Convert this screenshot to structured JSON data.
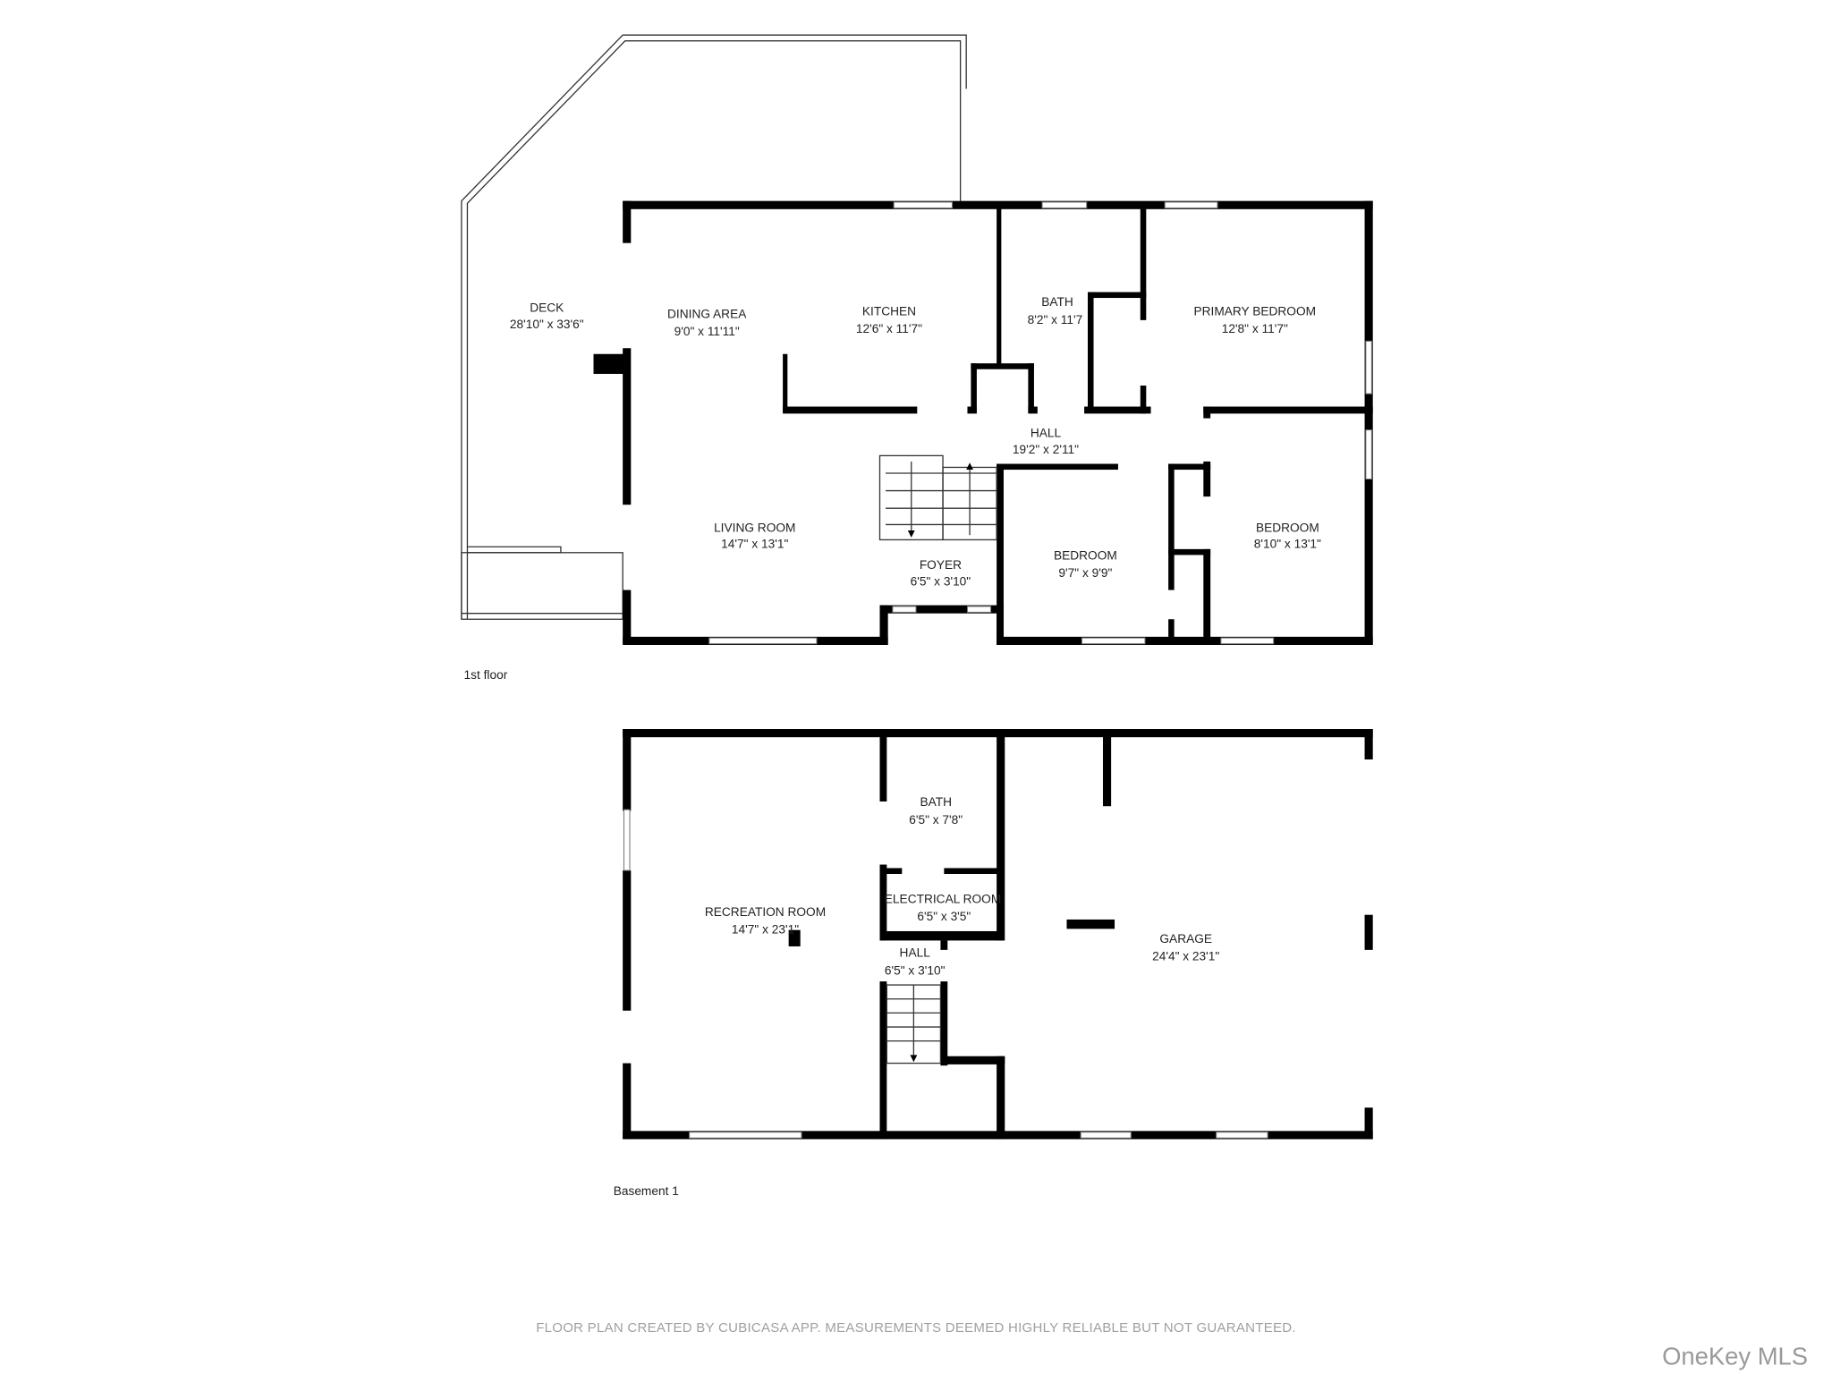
{
  "first_floor": {
    "label": "1st floor",
    "rooms": {
      "deck": {
        "name": "DECK",
        "size": "28'10\" x 33'6\""
      },
      "dining": {
        "name": "DINING AREA",
        "size": "9'0\" x 11'11\""
      },
      "kitchen": {
        "name": "KITCHEN",
        "size": "12'6\" x 11'7\""
      },
      "bath": {
        "name": "BATH",
        "size": "8'2\" x 11'7"
      },
      "primary": {
        "name": "PRIMARY BEDROOM",
        "size": "12'8\" x 11'7\""
      },
      "hall": {
        "name": "HALL",
        "size": "19'2\" x 2'11\""
      },
      "living": {
        "name": "LIVING ROOM",
        "size": "14'7\" x 13'1\""
      },
      "foyer": {
        "name": "FOYER",
        "size": "6'5\" x 3'10\""
      },
      "bedroom1": {
        "name": "BEDROOM",
        "size": "9'7\" x 9'9\""
      },
      "bedroom2": {
        "name": "BEDROOM",
        "size": "8'10\" x 13'1\""
      }
    }
  },
  "basement": {
    "label": "Basement 1",
    "rooms": {
      "recreation": {
        "name": "RECREATION ROOM",
        "size": "14'7\" x 23'1\""
      },
      "bath": {
        "name": "BATH",
        "size": "6'5\" x 7'8\""
      },
      "electrical": {
        "name": "ELECTRICAL ROOM",
        "size": "6'5\" x 3'5\""
      },
      "hall": {
        "name": "HALL",
        "size": "6'5\" x 3'10\""
      },
      "garage": {
        "name": "GARAGE",
        "size": "24'4\" x 23'1\""
      }
    }
  },
  "footer": "FLOOR PLAN CREATED BY CUBICASA APP. MEASUREMENTS DEEMED HIGHLY RELIABLE BUT NOT GUARANTEED.",
  "watermark": "OneKey MLS"
}
